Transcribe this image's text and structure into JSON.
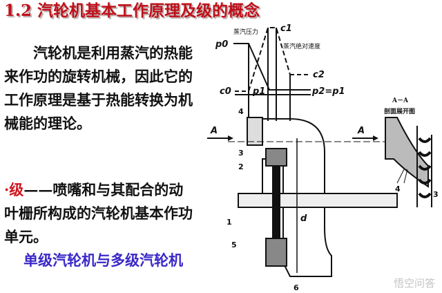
{
  "slide": {
    "title": "1.2 汽轮机基本工作原理及级的概念",
    "intro": "汽轮机是利用蒸汽的热能来作功的旋转机械，因此它的工作原理是基于热能转换为机械能的理论。",
    "stage_term": "·级",
    "stage_definition": "——喷嘴和与其配合的动叶栅所构成的汽轮机基本作功单元。",
    "subheading": "单级汽轮机与多级汽轮机"
  },
  "diagram": {
    "pressure_label": "蒸汽压力",
    "velocity_label": "蒸汽绝对速度",
    "p0": "p0",
    "c1": "c1",
    "c2": "c2",
    "c0": "c0",
    "p1": "p1",
    "p2_eq": "p2=p1",
    "section_a": "A",
    "d": "d",
    "section_title": "A－A",
    "section_caption": "剖面展开图",
    "parts": [
      "1",
      "2",
      "3",
      "4",
      "5",
      "6"
    ]
  },
  "watermark": "悟空问答"
}
